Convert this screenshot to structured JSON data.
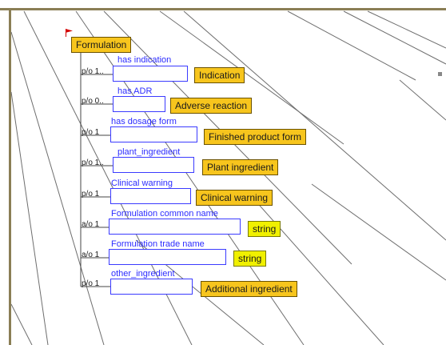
{
  "root": {
    "label": "Formulation"
  },
  "rows": [
    {
      "cardinality": "p/o 1..",
      "property": "has indication",
      "target": "Indication",
      "target_kind": "class"
    },
    {
      "cardinality": "p/o 0..",
      "property": "has ADR",
      "target": "Adverse reaction",
      "target_kind": "class"
    },
    {
      "cardinality": "p/o 1",
      "property": "has dosage form",
      "target": "Finished product form",
      "target_kind": "class"
    },
    {
      "cardinality": "p/o 1..",
      "property": "plant_ingredient",
      "target": "Plant ingredient",
      "target_kind": "class"
    },
    {
      "cardinality": "p/o 1",
      "property": "Clinical warning",
      "target": "Clinical warning",
      "target_kind": "class"
    },
    {
      "cardinality": "a/o 1",
      "property": "Formulation common name",
      "target": "string",
      "target_kind": "datatype"
    },
    {
      "cardinality": "a/o 1",
      "property": "Formulation trade name",
      "target": "string",
      "target_kind": "datatype"
    },
    {
      "cardinality": "p/o 1",
      "property": "other_ingredient",
      "target": "Additional ingredient",
      "target_kind": "class"
    }
  ],
  "colors": {
    "class_fill": "#f7c51d",
    "datatype_fill": "#f0f000",
    "property_text": "#2c2cff",
    "frame": "#8a7e55",
    "flag": "#d40000"
  }
}
